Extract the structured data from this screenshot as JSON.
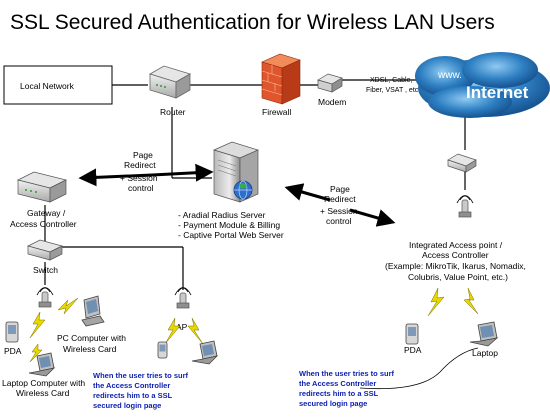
{
  "title": "SSL Secured Authentication for Wireless LAN Users",
  "nodes": {
    "local_network": "Local Network",
    "router": "Router",
    "firewall": "Firewall",
    "modem": "Modem",
    "internet": "Internet",
    "www": "www.",
    "links": [
      "XDSL, Cable,",
      "Fiber, VSAT , etc"
    ],
    "gateway": [
      "Gateway /",
      "Access Controller"
    ],
    "switch": "Switch",
    "ap": "AP",
    "pda_left": "PDA",
    "pc": [
      "PC Computer with",
      "Wireless Card"
    ],
    "laptop_left": [
      "Laptop Computer with",
      "Wireless Card"
    ],
    "server_items": [
      "- Aradial Radius Server",
      "- Payment Module & Billing",
      "- Captive Portal Web Server"
    ],
    "integrated_ap": [
      "Integrated Access point /",
      "Access Controller",
      "(Example: MikroTik, Ikarus, Nomadix,",
      "Colubris, Value Point, etc.)"
    ],
    "pda_right": "PDA",
    "laptop_right": "Laptop"
  },
  "annotations": {
    "redirect_left": [
      "Page",
      "Redirect",
      "+ Session",
      "control"
    ],
    "redirect_right": [
      "Page",
      "Redirect",
      "+ Session",
      "control"
    ],
    "note_left": [
      "When the user tries to surf",
      "the Access Controller",
      "redirects him to a SSL",
      "secured login page"
    ],
    "note_right": [
      "When the user tries to surf",
      "the Access Controller",
      "redirects him to a SSL",
      "secured login page"
    ]
  },
  "colors": {
    "note_text": "#0a1fb0",
    "internet_cloud": "#2e7fc2",
    "firewall": "#e0552b",
    "lightning": "#e8d800"
  }
}
